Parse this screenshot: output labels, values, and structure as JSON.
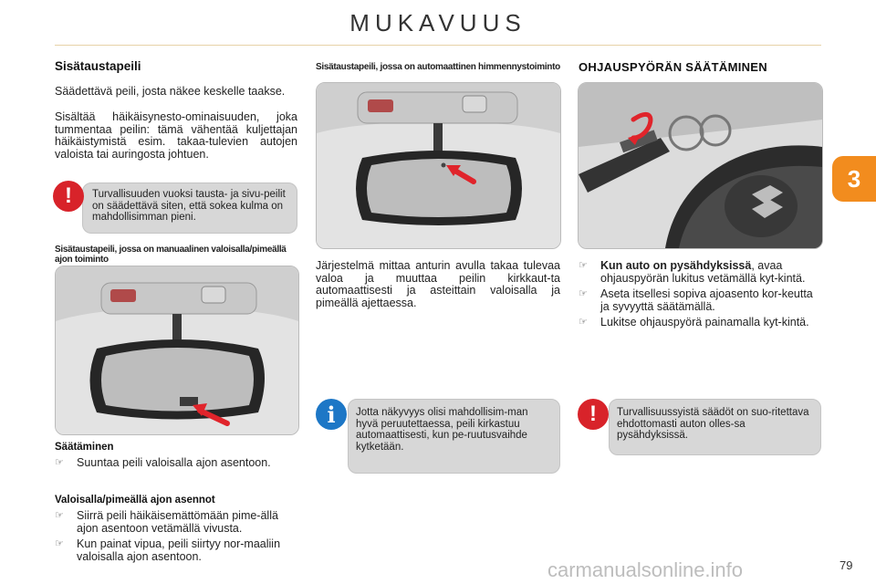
{
  "header": {
    "title": "MUKAVUUS",
    "chapter": "3"
  },
  "col1": {
    "heading": "Sisätaustapeili",
    "p1": "Säädettävä peili, josta näkee keskelle taakse.",
    "p2": "Sisältää häikäisynesto-ominaisuuden, joka tummentaa peilin: tämä vähentää kuljettajan häikäistymistä esim. takaa-tulevien autojen valoista tai auringosta johtuen.",
    "warning": "Turvallisuuden vuoksi tausta- ja sivu-peilit on säädettävä siten, että sokea kulma on mahdollisimman pieni.",
    "caption": "Sisätaustapeili, jossa on manuaalinen valoisalla/pimeällä ajon toiminto",
    "adjust_heading": "Säätäminen",
    "adjust_bullet": "Suuntaa peili valoisalla ajon asentoon.",
    "daynight_heading": "Valoisalla/pimeällä ajon asennot",
    "daynight_bullets": [
      "Siirrä peili häikäisemättömään pime-ällä ajon asentoon vetämällä vivusta.",
      "Kun painat vipua, peili siirtyy nor-maaliin valoisalla ajon asentoon."
    ]
  },
  "col2": {
    "caption": "Sisätaustapeili, jossa on automaattinen himmennystoiminto",
    "p1": "Järjestelmä mittaa anturin avulla takaa tulevaa valoa ja muuttaa peilin kirkkaut-ta automaattisesti ja asteittain valoisalla ja pimeällä ajettaessa.",
    "info": "Jotta näkyvyys olisi mahdollisim-man hyvä peruutettaessa, peili kirkastuu automaattisesti, kun pe-ruutusvaihde kytketään."
  },
  "col3": {
    "heading": "OHJAUSPYÖRÄN SÄÄTÄMINEN",
    "bullets": [
      {
        "bold": "Kun auto on pysähdyksissä",
        "text": ", avaa ohjauspyörän lukitus vetämällä kyt-kintä."
      },
      {
        "bold": "",
        "text": "Aseta itsellesi sopiva ajoasento kor-keutta ja syvyyttä säätämällä."
      },
      {
        "bold": "",
        "text": "Lukitse ohjauspyörä painamalla kyt-kintä."
      }
    ],
    "warning": "Turvallisuussyistä säädöt on suo-ritettava ehdottomasti auton olles-sa pysähdyksissä."
  },
  "icons": {
    "bullet": "pointing-hand-icon",
    "warning": "exclamation-icon",
    "info": "info-icon"
  },
  "colors": {
    "accent": "#f28c1e",
    "warning": "#d8232a",
    "info": "#1d77c6",
    "arrow": "#e0242b",
    "box": "#d7d7d7"
  },
  "footer": {
    "page": "79",
    "watermark": "carmanualsonline.info"
  }
}
